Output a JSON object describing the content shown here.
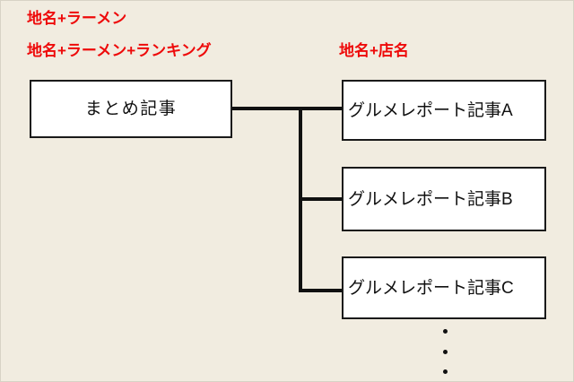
{
  "diagram": {
    "background_color": "#f1ece0",
    "accent_color": "#ee0a0a",
    "line_color": "#111111",
    "box_fill": "#ffffff",
    "annotations": {
      "left": [
        "地名+ラーメン",
        "地名+ラーメン+ランキング"
      ],
      "right": [
        "地名+店名"
      ]
    },
    "parent_node": {
      "label": "まとめ記事"
    },
    "child_nodes": [
      {
        "label": "グルメレポート記事A"
      },
      {
        "label": "グルメレポート記事B"
      },
      {
        "label": "グルメレポート記事C"
      }
    ],
    "continuation": {
      "symbol": "vertical-ellipsis",
      "dot_count": 3
    }
  }
}
